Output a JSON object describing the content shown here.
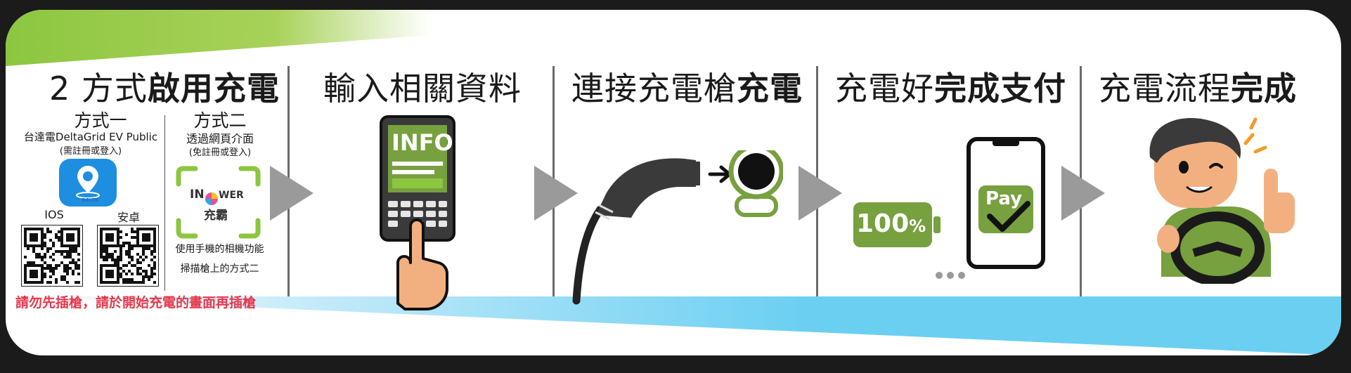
{
  "steps": [
    {
      "heading_normal": "2 方式",
      "heading_bold": "啟用充電"
    },
    {
      "heading_normal": "輸入相關資料",
      "heading_bold": ""
    },
    {
      "heading_normal": "連接充電槍",
      "heading_bold": "充電"
    },
    {
      "heading_normal": "充電好",
      "heading_bold": "完成支付"
    },
    {
      "heading_normal": "充電流程",
      "heading_bold": "完成"
    }
  ],
  "method1": {
    "title": "方式一",
    "app_name": "台達電DeltaGrid EV Public",
    "note": "(需註冊或登入)",
    "brand": "DELTA",
    "ios_label": "IOS",
    "android_label": "安卓"
  },
  "method2": {
    "title": "方式二",
    "desc": "透過網頁介面",
    "note": "(免註冊或登入)",
    "logo_text_in": "IN",
    "logo_text_o": "O",
    "logo_text_wer": "WER",
    "brand_cn": "充霸",
    "instr_line1": "使用手機的相機功能",
    "instr_line2": "掃描槍上的方式二"
  },
  "warning": "請勿先插槍，請於開始充電的畫面再插槍",
  "info_screen": {
    "label": "INFO"
  },
  "battery": {
    "label": "100",
    "unit": "%"
  },
  "pay_label": "Pay",
  "colors": {
    "green_accent": "#8cc63f",
    "olive_green": "#77a03f",
    "blue_band": "#6bcff2",
    "dark_icon": "#3a3a3a",
    "arrow_gray": "#9a9a9a",
    "warning_red": "#e8374b",
    "app_blue": "#1e8ee0"
  }
}
